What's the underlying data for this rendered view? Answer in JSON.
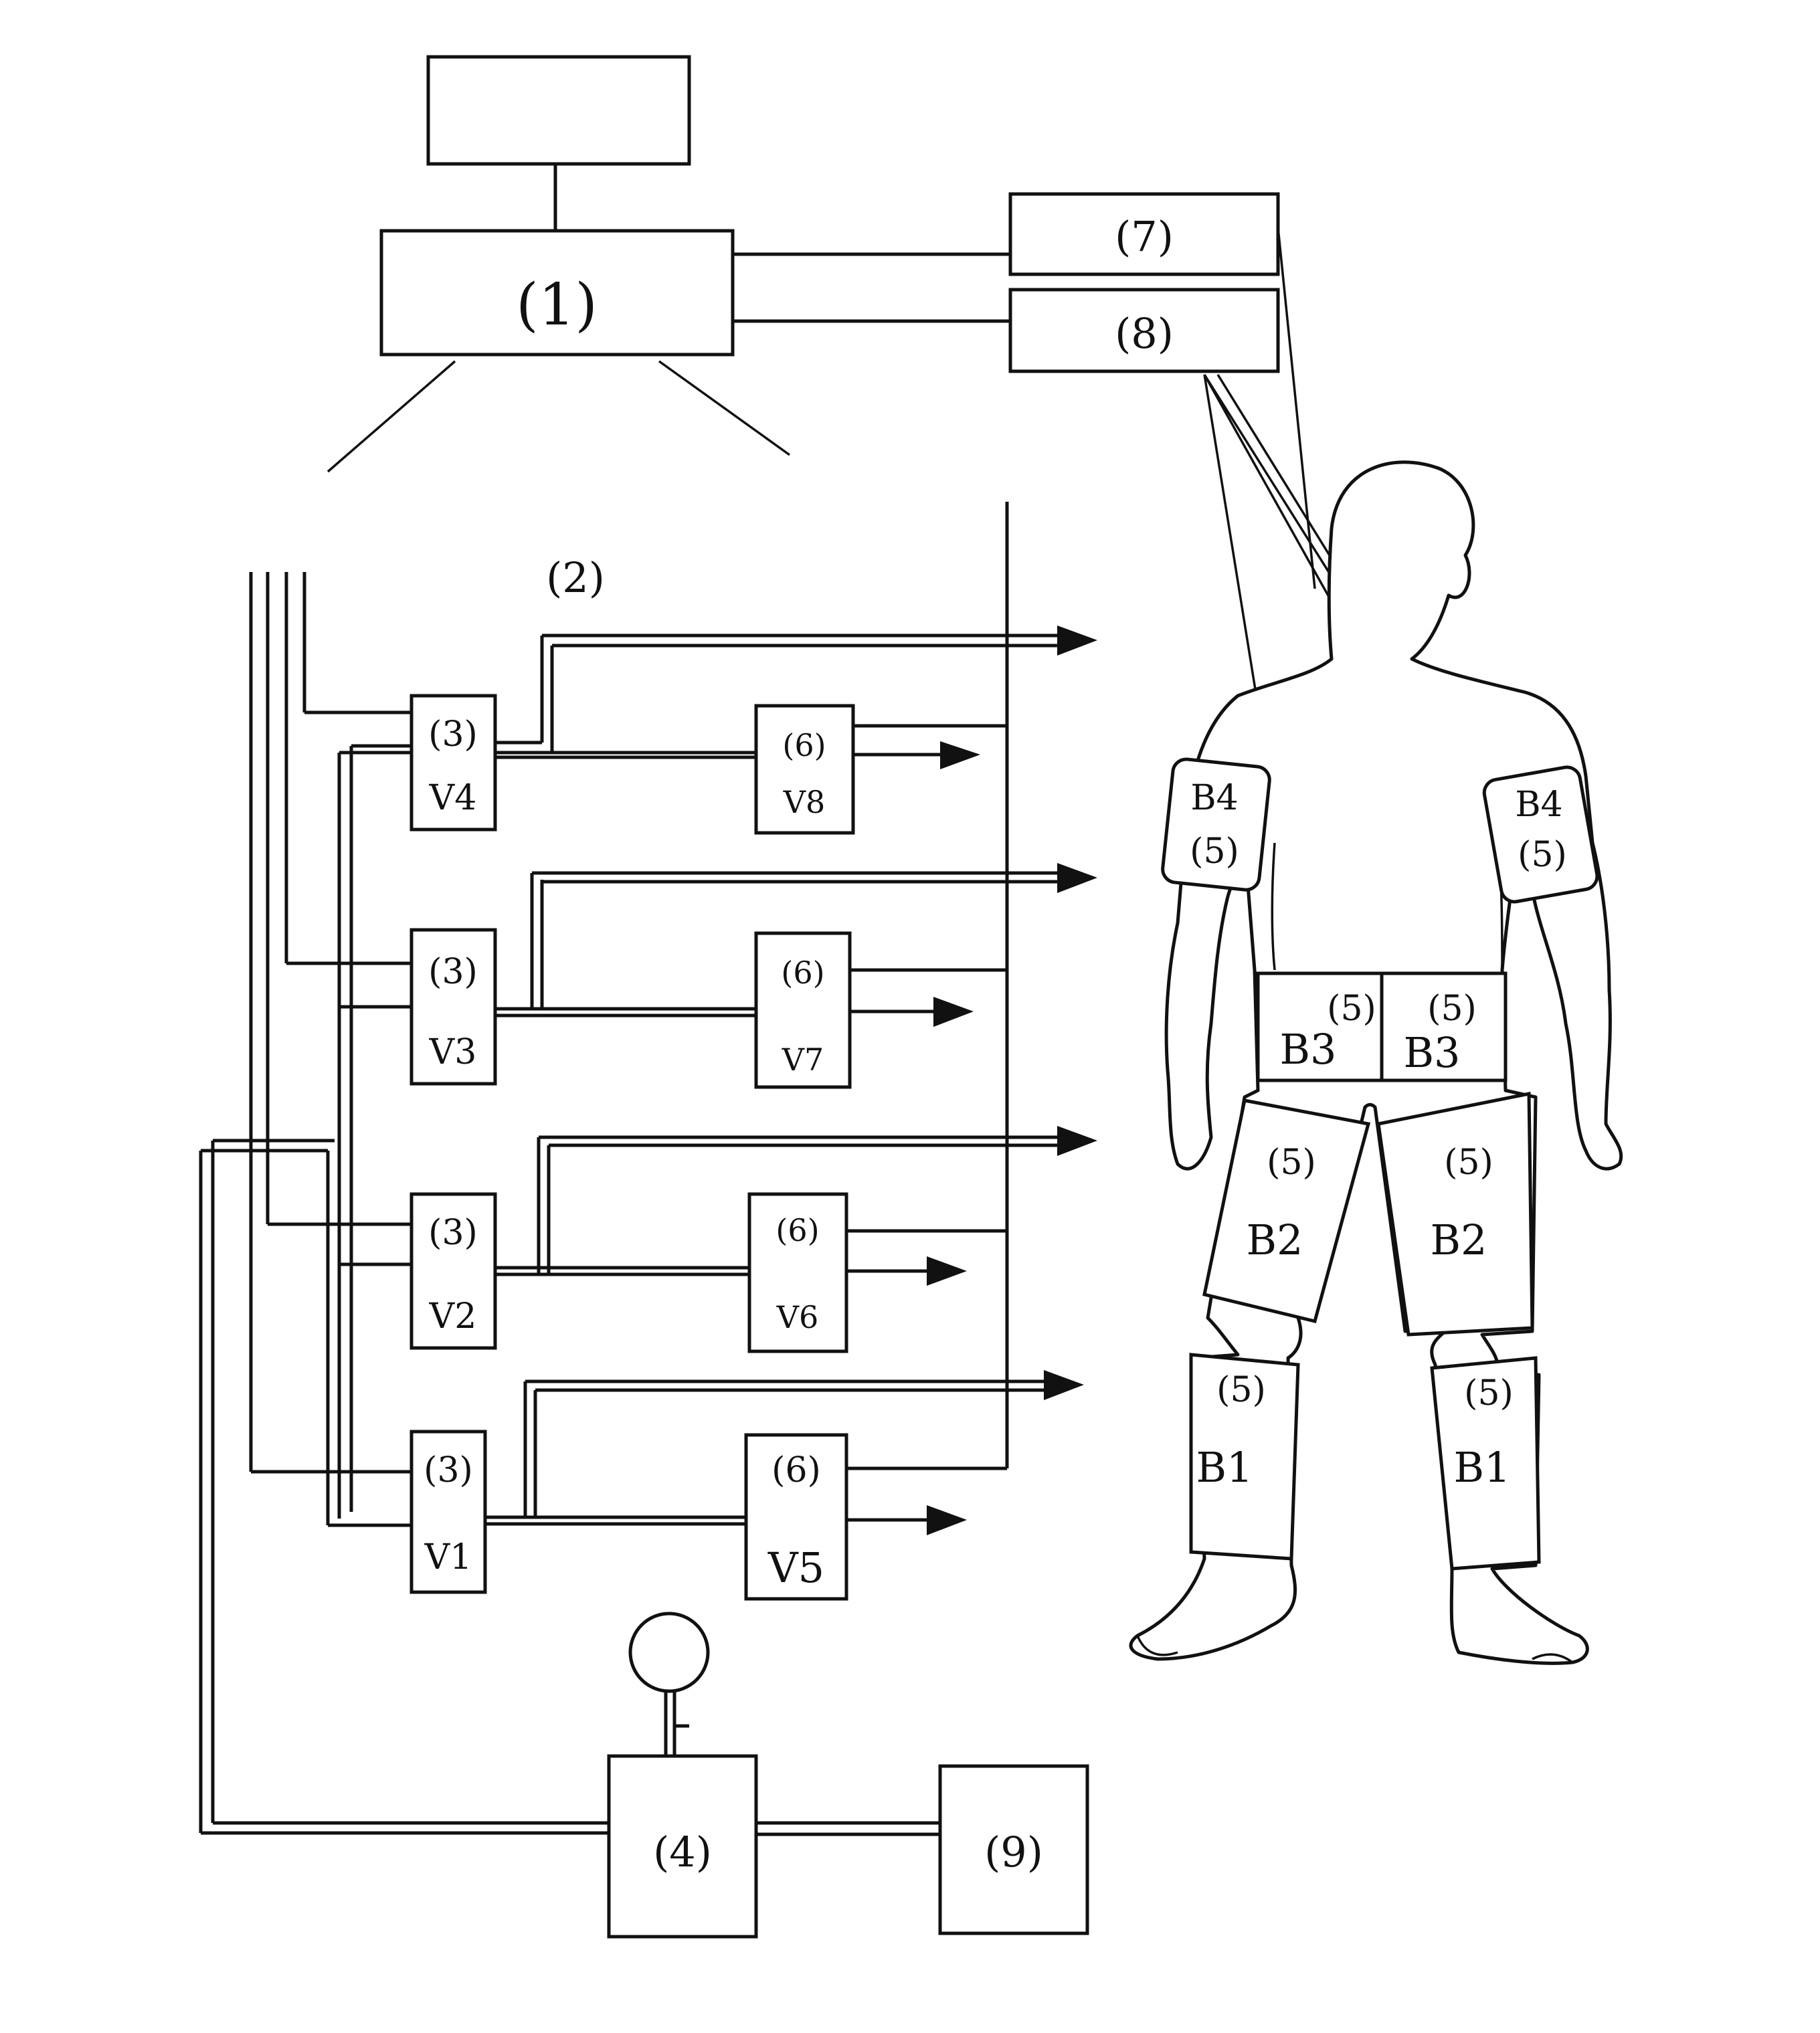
{
  "labels": {
    "unit1": "(1)",
    "unit2": "(2)",
    "unit4": "(4)",
    "unit7": "(7)",
    "unit8": "(8)",
    "unit9": "(9)",
    "valve_tag_3": "(3)",
    "valve_tag_6": "(6)",
    "cuff_tag_5": "(5)",
    "v1": "V1",
    "v2": "V2",
    "v3": "V3",
    "v4": "V4",
    "v5": "V5",
    "v6": "V6",
    "v7": "V7",
    "v8": "V8",
    "b1": "B1",
    "b2": "B2",
    "b3": "B3",
    "b4": "B4"
  },
  "icons": {
    "pressure_gauge": "pressure-gauge-icon",
    "flow_arrow": "arrow-right-icon"
  }
}
